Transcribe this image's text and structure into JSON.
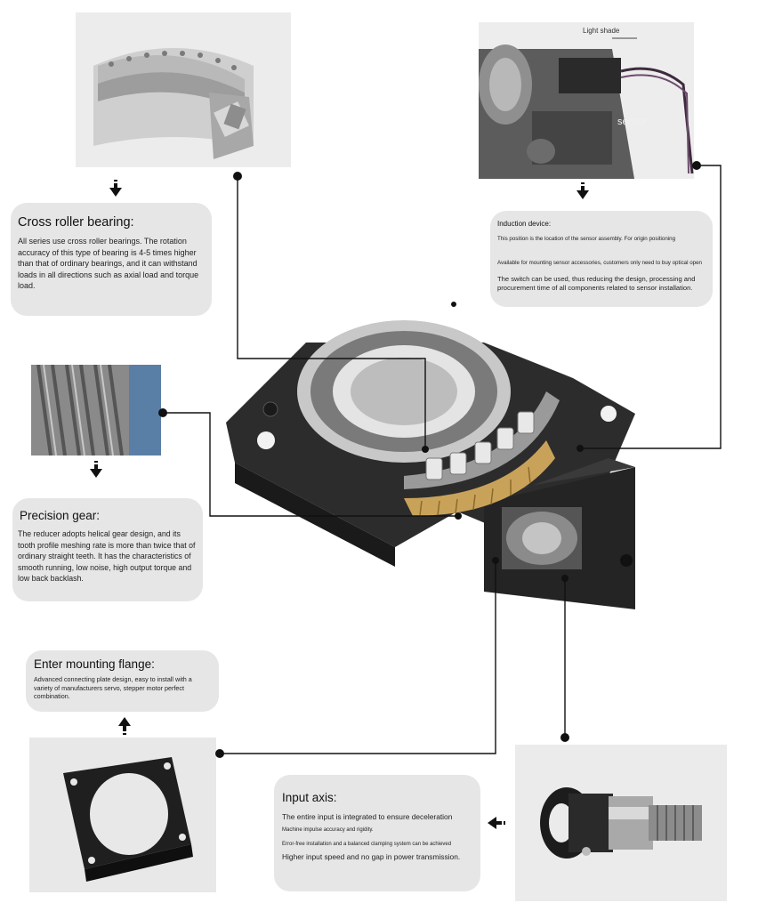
{
  "sections": {
    "bearing": {
      "title": "Cross roller bearing:",
      "body": "All series use cross roller bearings. The rotation accuracy of this type of bearing is 4-5 times higher than that of ordinary bearings, and it can withstand loads in all directions such as axial load and torque load."
    },
    "induction": {
      "title": "Induction device:",
      "line1": "This position is the location of the sensor assembly. For origin positioning",
      "line2": "Available for mounting sensor accessories, customers only need to buy optical open",
      "line3": "The switch can be used, thus reducing the design, processing and procurement time of all components related to sensor installation."
    },
    "gear": {
      "title": "Precision gear:",
      "body": "The reducer adopts helical gear design, and its tooth profile meshing rate is more than twice that of ordinary straight teeth. It has the characteristics of smooth running, low noise, high output torque and low back backlash."
    },
    "flange": {
      "title": "Enter mounting flange:",
      "body": "Advanced connecting plate design, easy to install with a variety of manufacturers servo, stepper motor perfect combination."
    },
    "input": {
      "title": "Input axis:",
      "line1": "The entire input is integrated to ensure deceleration",
      "line2": "Machine impulse accuracy and rigidity.",
      "line3": "Error-free installation and a balanced clamping system can be achieved",
      "line4": "Higher input speed and no gap in power transmission."
    }
  },
  "photo_labels": {
    "lightshade": "Light shade",
    "sensor": "sensor"
  },
  "colors": {
    "callout_bg": "#e6e6e6",
    "photo_bg": "#e9e9e9",
    "connector": "#111111",
    "housing": "#2b2b2b",
    "gear_brass": "#c9a25a",
    "gear_blue": "#5a7fa6"
  },
  "icons": [
    "down-arrow-icon",
    "up-arrow-icon",
    "left-arrow-icon",
    "connector-dot-icon"
  ]
}
